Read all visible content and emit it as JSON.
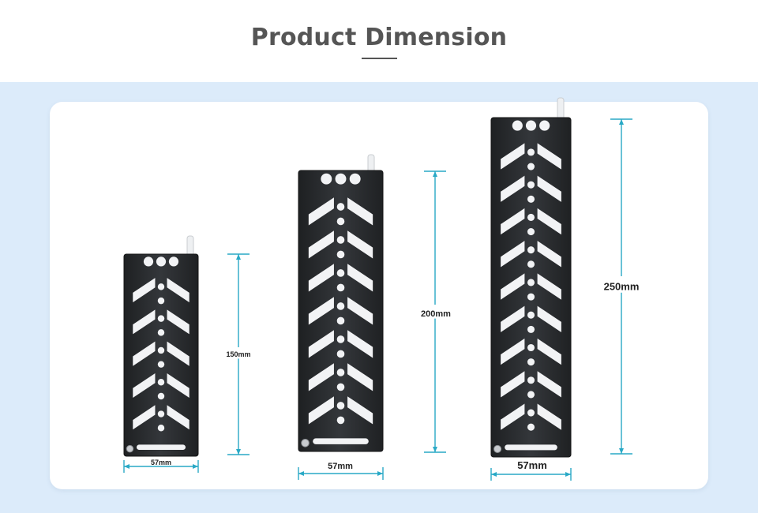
{
  "header": {
    "title": "Product Dimension"
  },
  "colors": {
    "dimension_line": "#29a9c6",
    "plate": "#2b2d30",
    "band": "#dcebfa",
    "title": "#555555"
  },
  "plates": [
    {
      "height_label": "150mm",
      "width_label": "57mm"
    },
    {
      "height_label": "200mm",
      "width_label": "57mm"
    },
    {
      "height_label": "250mm",
      "width_label": "57mm"
    }
  ]
}
